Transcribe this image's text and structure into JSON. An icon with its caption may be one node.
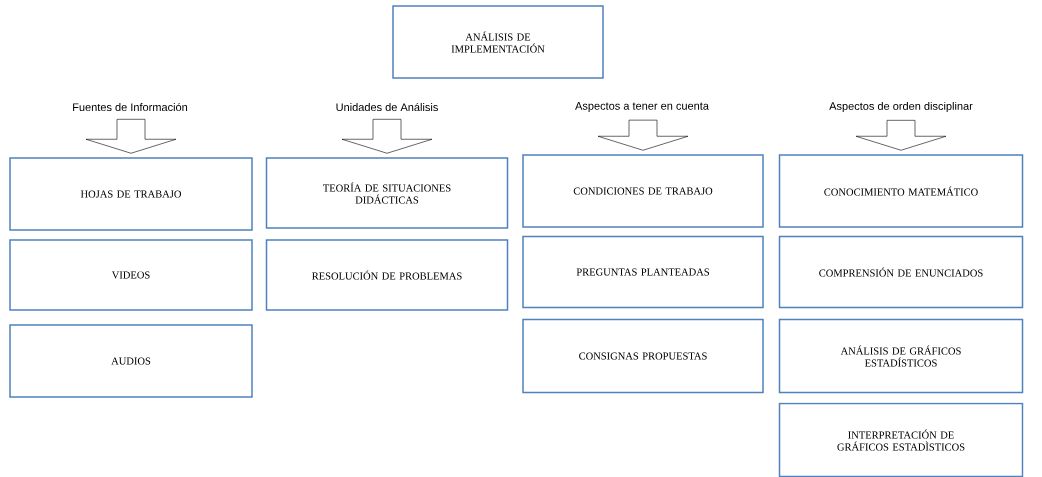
{
  "diagram": {
    "nodes": [
      {
        "text": [
          "ANÁLISIS DE IMPLEMENTACIÓN"
        ]
      },
      {
        "text": [
          "Fuentes de Información"
        ]
      },
      {
        "text": [
          "Unidades de Análisis"
        ]
      },
      {
        "text": [
          "Aspectos a tener en cuenta"
        ]
      },
      {
        "text": [
          "Aspectos de orden disciplinar"
        ]
      },
      {
        "text": [
          "HOJAS DE TRABAJO"
        ]
      },
      {
        "text": [
          "VIDEOS"
        ]
      },
      {
        "text": [
          "AUDIOS"
        ]
      },
      {
        "text": [
          "TEORÍA DE SITUACIONES DIDÁCTICAS"
        ]
      },
      {
        "text": [
          "RESOLUCIÓN DE PROBLEMAS"
        ]
      },
      {
        "text": [
          "CONDICIONES DE TRABAJO"
        ]
      },
      {
        "text": [
          "PREGUNTAS PLANTEADAS"
        ]
      },
      {
        "text": [
          "CONSIGNAS PROPUESTAS"
        ]
      },
      {
        "text": [
          "CONOCIMIENTO MATEMÁTICO"
        ]
      },
      {
        "text": [
          "COMPRENSIÓN DE ENUNCIADOS"
        ]
      },
      {
        "text": [
          "ANÁLISIS DE GRÁFICOS ESTADÍSTICOS"
        ]
      },
      {
        "text": [
          "INTERPRETACIÓN DE GRÁFICOS ESTADÌSTICOS"
        ]
      }
    ],
    "edges": [
      {
        "from": 1,
        "to": 5,
        "arrow": "to"
      },
      {
        "from": 2,
        "to": 8,
        "arrow": "to"
      },
      {
        "from": 3,
        "to": 10,
        "arrow": "to"
      },
      {
        "from": 4,
        "to": 13,
        "arrow": "to"
      }
    ]
  }
}
